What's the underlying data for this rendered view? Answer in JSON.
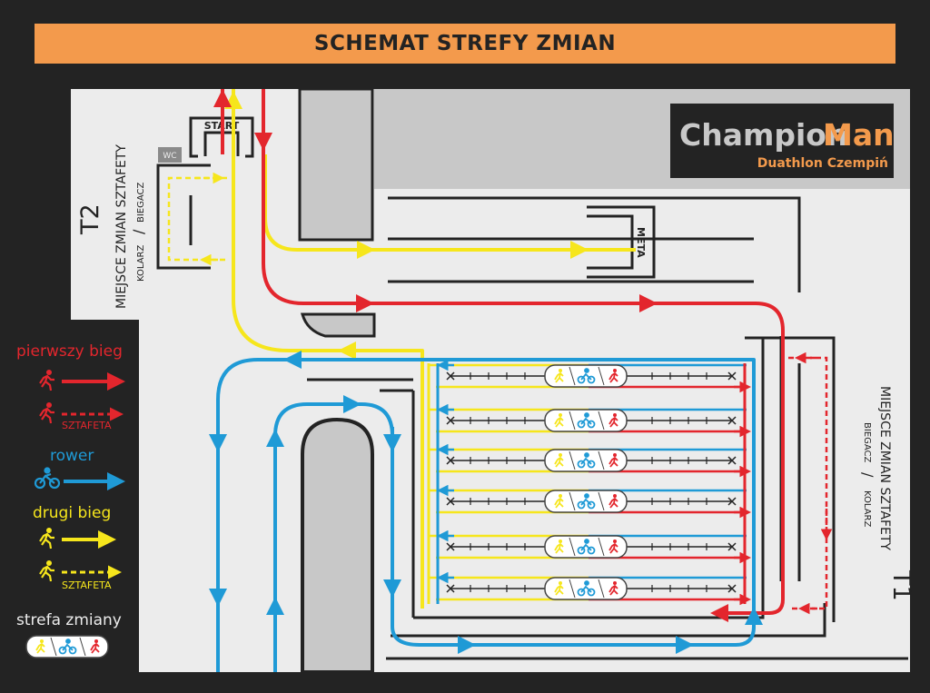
{
  "title": "SCHEMAT STREFY ZMIAN",
  "logo": {
    "part1": "Champion",
    "part2": "Man",
    "subtitle": "Duathlon Czempiń"
  },
  "labels": {
    "start": "START",
    "meta": "META",
    "wc": "WC",
    "t2": "T2",
    "t2_line1": "MIEJSCE ZMIAN SZTAFETY",
    "t2_line2a": "KOLARZ",
    "t2_line2b": "BIEGACZ",
    "t1": "T1",
    "t1_line1": "MIEJSCE ZMIAN SZTAFETY",
    "t1_line2a": "BIEGACZ",
    "t1_line2b": "KOLARZ",
    "slash": "/"
  },
  "legend": {
    "first_run": "pierwszy bieg",
    "first_run_relay": "SZTAFETA",
    "bike": "rower",
    "second_run": "drugi bieg",
    "second_run_relay": "SZTAFETA",
    "zone": "strefa zmiany"
  },
  "colors": {
    "red": "#e3262d",
    "blue": "#1f9ad6",
    "yellow": "#f6e61c",
    "orange": "#f39a4c",
    "background": "#232323",
    "ground": "#ececec",
    "building": "#c8c8c8"
  }
}
